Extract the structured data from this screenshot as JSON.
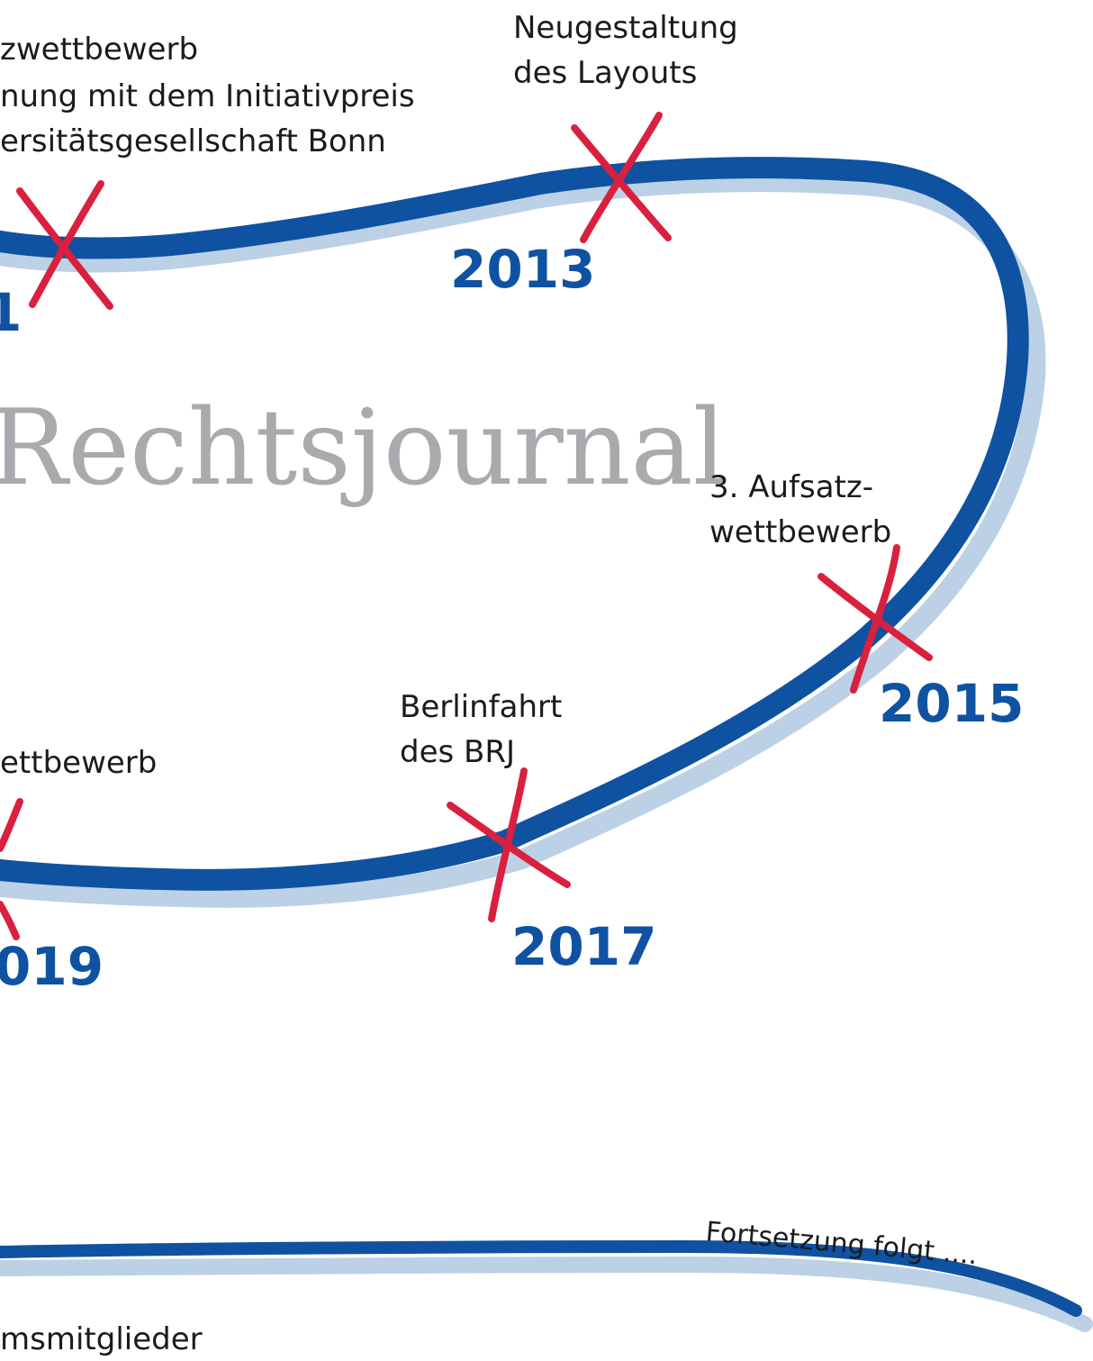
{
  "watermark": "Rechtsjournal",
  "continuation": "Fortsetzung folgt ....",
  "colors": {
    "track": "#0f52a1",
    "track_shadow": "#bcd1e6",
    "marker": "#d9203f",
    "year": "#0f52a1",
    "watermark": "#a9aaad"
  },
  "milestones": [
    {
      "id": "2011",
      "year": "1",
      "lines": [
        "zwettbewerb",
        "nung mit dem Initiativpreis",
        "ersitätsgesellschaft Bonn"
      ]
    },
    {
      "id": "2013",
      "year": "2013",
      "lines": [
        "Neugestaltung",
        "des Layouts"
      ]
    },
    {
      "id": "2015",
      "year": "2015",
      "lines": [
        "3. Aufsatz-",
        "wettbewerb"
      ]
    },
    {
      "id": "2017",
      "year": "2017",
      "lines": [
        "Berlinfahrt",
        "des BRJ"
      ]
    },
    {
      "id": "2019",
      "year": "019",
      "lines": [
        "ettbewerb"
      ]
    }
  ],
  "bottom_text": "msmitglieder"
}
